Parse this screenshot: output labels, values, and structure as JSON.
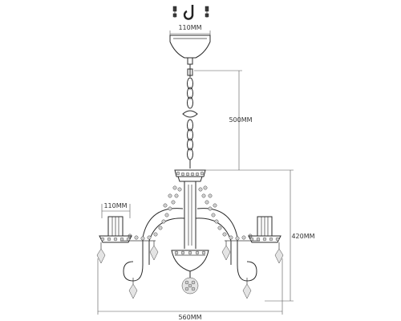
{
  "dimensions": {
    "canopy_width": "110MM",
    "chain_length": "500MM",
    "candle_width": "110MM",
    "body_height": "420MM",
    "total_width": "560MM"
  },
  "colors": {
    "line": "#2b2b2b",
    "background": "#ffffff"
  },
  "icons": {
    "mount": "ceiling-hook-icon"
  }
}
